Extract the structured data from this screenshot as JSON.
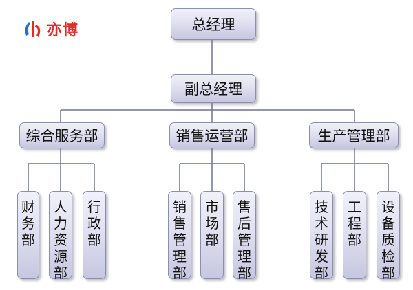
{
  "logo": {
    "text": "亦博",
    "colors": {
      "red": "#e32a2a",
      "blue": "#2a6fc8"
    }
  },
  "org": {
    "top": "总经理",
    "vice": "副总经理",
    "departments": [
      {
        "name": "综合服务部",
        "units": [
          "财务部",
          "人力资源部",
          "行政部"
        ]
      },
      {
        "name": "销售运营部",
        "units": [
          "销售管理部",
          "市场部",
          "售后管理部"
        ]
      },
      {
        "name": "生产管理部",
        "units": [
          "技术研发部",
          "工程部",
          "设备质检部"
        ]
      }
    ]
  },
  "colors": {
    "box_border": "#8a8fb0",
    "box_fill": "#dcdcee",
    "line": "#6e7490"
  }
}
